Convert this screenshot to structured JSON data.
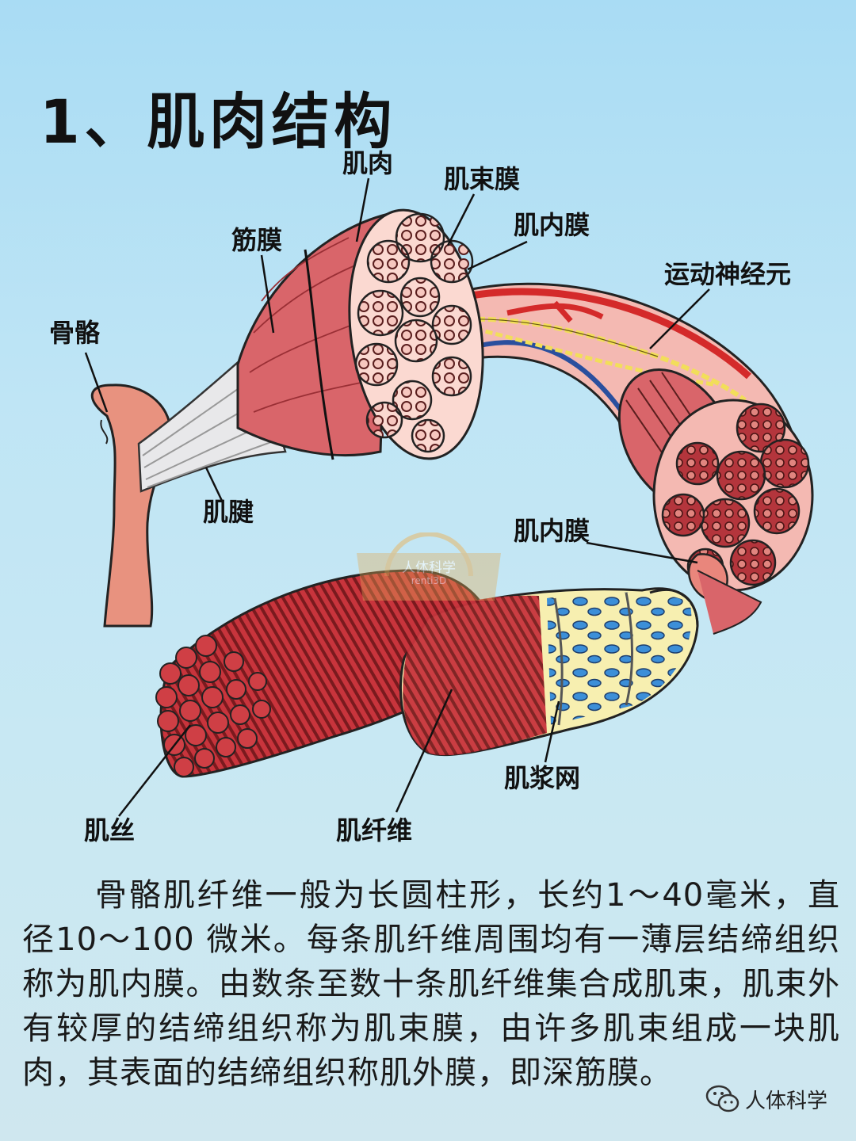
{
  "title": "1、肌肉结构",
  "labels": {
    "muscle": "肌肉",
    "perimysium": "肌束膜",
    "endomysium_top": "肌内膜",
    "motor_neuron": "运动神经元",
    "fascia": "筋膜",
    "bone": "骨骼",
    "tendon": "肌腱",
    "endomysium_mid": "肌内膜",
    "sarcoplasmic_reticulum": "肌浆网",
    "myofilament": "肌丝",
    "muscle_fiber": "肌纤维"
  },
  "watermark": {
    "name": "人体科学",
    "account": "renti3D"
  },
  "description": "骨骼肌纤维一般为长圆柱形，长约1～40毫米，直径10～100 微米。每条肌纤维周围均有一薄层结缔组织称为肌内膜。由数条至数十条肌纤维集合成肌束，肌束外有较厚的结缔组织称为肌束膜，由许多肌束组成一块肌肉，其表面的结缔组织称肌外膜，即深筋膜。",
  "footer": {
    "brand": "人体科学",
    "icon": "wechat-icon"
  },
  "colors": {
    "muscle_red": "#d9656a",
    "muscle_pink": "#f2b3ad",
    "bone": "#e8927f",
    "artery": "#d42a2a",
    "vein": "#2a4f9e",
    "nerve": "#f2de5a",
    "reticulum_blue": "#3c8fd8"
  }
}
